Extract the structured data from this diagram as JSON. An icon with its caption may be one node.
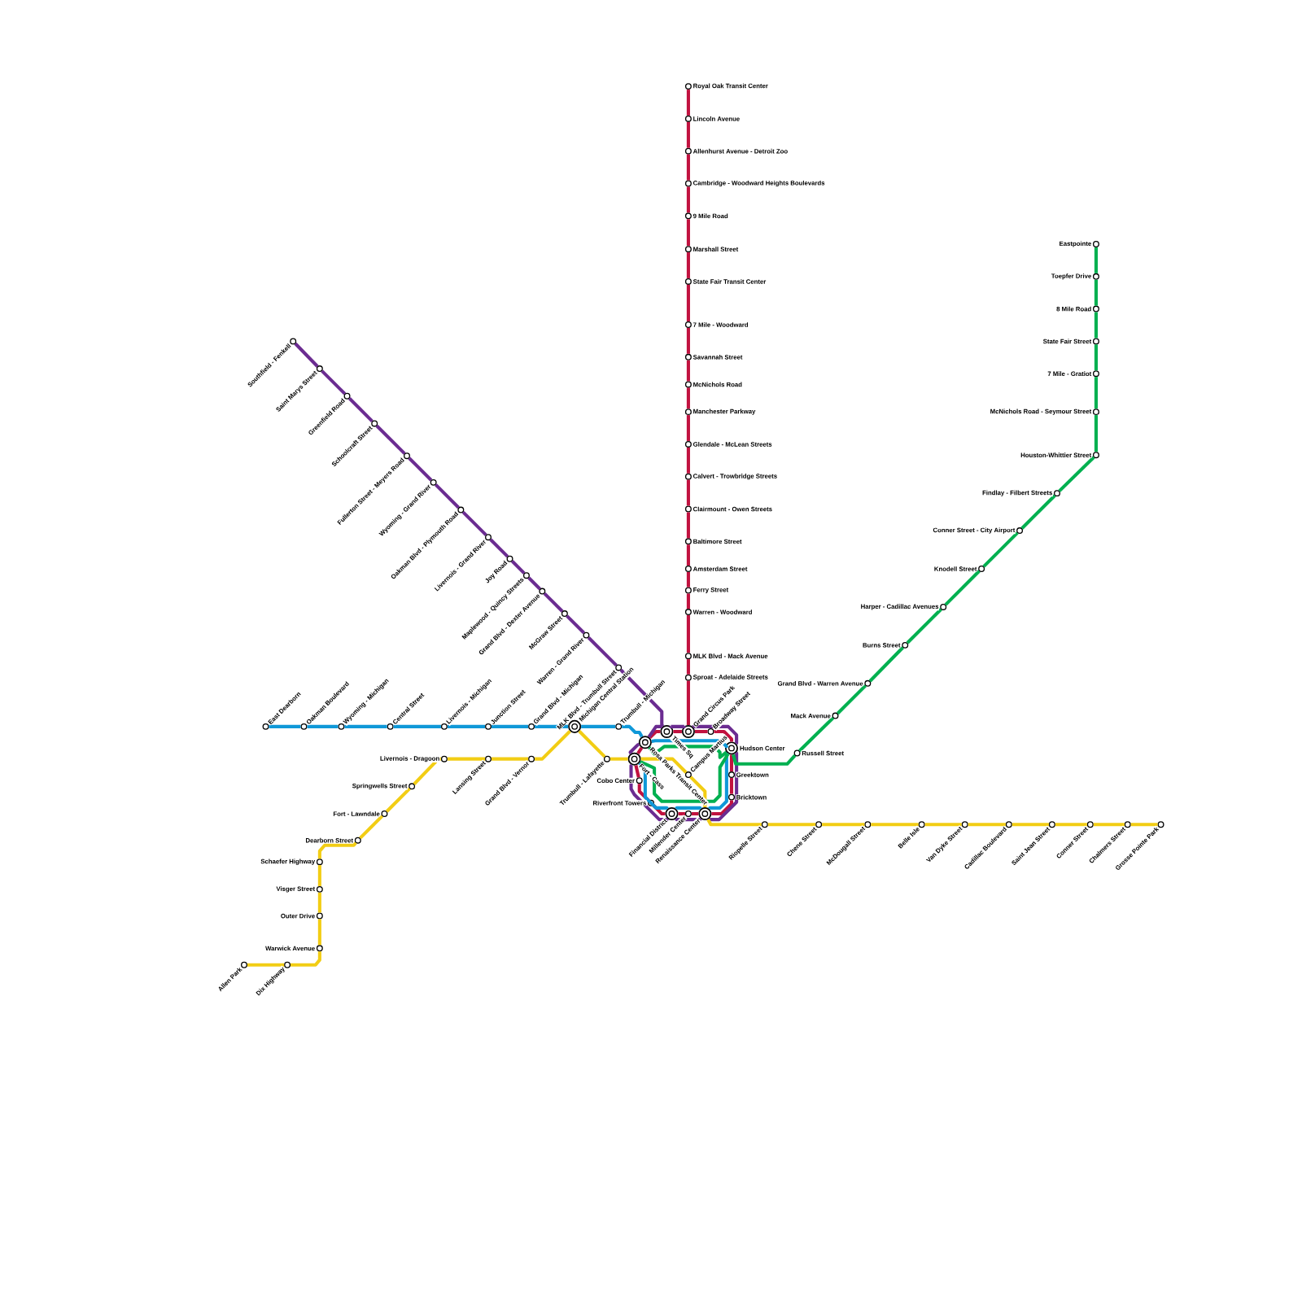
{
  "diagram": {
    "nodes": [
      {
        "text": [
          "Royal Oak Transit Center"
        ]
      },
      {
        "text": [
          "Lincoln Avenue"
        ]
      },
      {
        "text": [
          "Allenhurst Avenue - Detroit Zoo"
        ]
      },
      {
        "text": [
          "Cambridge - Woodward Heights Boulevards"
        ]
      },
      {
        "text": [
          "9 Mile Road"
        ]
      },
      {
        "text": [
          "Marshall Street"
        ]
      },
      {
        "text": [
          "State Fair Transit Center"
        ]
      },
      {
        "text": [
          "7 Mile - Woodward"
        ]
      },
      {
        "text": [
          "Savannah Street"
        ]
      },
      {
        "text": [
          "McNichols Road"
        ]
      },
      {
        "text": [
          "Manchester Parkway"
        ]
      },
      {
        "text": [
          "Glendale - McLean Streets"
        ]
      },
      {
        "text": [
          "Calvert - Trowbridge Streets"
        ]
      },
      {
        "text": [
          "Clairmount - Owen Streets"
        ]
      },
      {
        "text": [
          "Baltimore Street"
        ]
      },
      {
        "text": [
          "Amsterdam Street"
        ]
      },
      {
        "text": [
          "Ferry Street"
        ]
      },
      {
        "text": [
          "Warren - Woodward"
        ]
      },
      {
        "text": [
          "MLK Blvd - Mack Avenue"
        ]
      },
      {
        "text": [
          "Sproat - Adelaide Streets"
        ]
      },
      {
        "text": [
          "Grand Circus Park"
        ]
      },
      {
        "text": [
          "Broadway Street"
        ]
      },
      {
        "text": [
          "Times Sq"
        ]
      },
      {
        "text": [
          "Rosa Parks Transit Center"
        ]
      },
      {
        "text": [
          "Hudson Center"
        ]
      },
      {
        "text": [
          "Fort - Cass"
        ]
      },
      {
        "text": [
          "Campus Martius"
        ]
      },
      {
        "text": [
          "Cobo Center"
        ]
      },
      {
        "text": [
          "Greektown"
        ]
      },
      {
        "text": [
          "Bricktown"
        ]
      },
      {
        "text": [
          "Riverfront Towers"
        ]
      },
      {
        "text": [
          "Financial District"
        ]
      },
      {
        "text": [
          "Millender Center"
        ]
      },
      {
        "text": [
          "Renaissance Center"
        ]
      },
      {
        "text": [
          "Southfield - Fenkell"
        ]
      },
      {
        "text": [
          "Saint Marys Street"
        ]
      },
      {
        "text": [
          "Greenfield Road"
        ]
      },
      {
        "text": [
          "Schoolcraft Street"
        ]
      },
      {
        "text": [
          "Fullerton Street - Meyers Road"
        ]
      },
      {
        "text": [
          "Wyoming - Grand River"
        ]
      },
      {
        "text": [
          "Oakman Blvd - Plymouth Road"
        ]
      },
      {
        "text": [
          "Livernois - Grand River"
        ]
      },
      {
        "text": [
          "Joy Road"
        ]
      },
      {
        "text": [
          "Maplewood - Quincy Streets"
        ]
      },
      {
        "text": [
          "Grand Blvd - Dexter Avenue"
        ]
      },
      {
        "text": [
          "McGraw Street"
        ]
      },
      {
        "text": [
          "Warren - Grand River"
        ]
      },
      {
        "text": [
          "MLK Blvd - Trumbull Street"
        ]
      },
      {
        "text": [
          "East Dearborn"
        ]
      },
      {
        "text": [
          "Oakman Boulevard"
        ]
      },
      {
        "text": [
          "Wyoming - Michigan"
        ]
      },
      {
        "text": [
          "Central Street"
        ]
      },
      {
        "text": [
          "Livernois - Michigan"
        ]
      },
      {
        "text": [
          "Junction Street"
        ]
      },
      {
        "text": [
          "Grand Blvd - Michigan"
        ]
      },
      {
        "text": [
          "Michigan Central Station"
        ]
      },
      {
        "text": [
          "Trumbull - Michigan"
        ]
      },
      {
        "text": [
          "Allen Park"
        ]
      },
      {
        "text": [
          "Dix Highway"
        ]
      },
      {
        "text": [
          "Warwick Avenue"
        ]
      },
      {
        "text": [
          "Outer Drive"
        ]
      },
      {
        "text": [
          "Visger Street"
        ]
      },
      {
        "text": [
          "Schaefer Highway"
        ]
      },
      {
        "text": [
          "Dearborn Street"
        ]
      },
      {
        "text": [
          "Fort - Lawndale"
        ]
      },
      {
        "text": [
          "Springwells Street"
        ]
      },
      {
        "text": [
          "Livernois - Dragoon"
        ]
      },
      {
        "text": [
          "Lansing Street"
        ]
      },
      {
        "text": [
          "Grand Blvd - Vernor"
        ]
      },
      {
        "text": [
          "Trumbull - Lafayette"
        ]
      },
      {
        "text": [
          "Riopelle Street"
        ]
      },
      {
        "text": [
          "Chene Street"
        ]
      },
      {
        "text": [
          "McDougall Street"
        ]
      },
      {
        "text": [
          "Belle Isle"
        ]
      },
      {
        "text": [
          "Van Dyke Street"
        ]
      },
      {
        "text": [
          "Cadillac Boulevard"
        ]
      },
      {
        "text": [
          "Saint Jean Street"
        ]
      },
      {
        "text": [
          "Conner Street"
        ]
      },
      {
        "text": [
          "Chalmers Street"
        ]
      },
      {
        "text": [
          "Grosse Pointe Park"
        ]
      },
      {
        "text": [
          "Eastpointe"
        ]
      },
      {
        "text": [
          "Toepfer Drive"
        ]
      },
      {
        "text": [
          "8 Mile Road"
        ]
      },
      {
        "text": [
          "State Fair Street"
        ]
      },
      {
        "text": [
          "7 Mile - Gratiot"
        ]
      },
      {
        "text": [
          "McNichols Road - Seymour Street"
        ]
      },
      {
        "text": [
          "Houston-Whittier Street"
        ]
      },
      {
        "text": [
          "Findlay - Filbert Streets"
        ]
      },
      {
        "text": [
          "Conner Street - City Airport"
        ]
      },
      {
        "text": [
          "Knodell Street"
        ]
      },
      {
        "text": [
          "Harper - Cadillac Avenues"
        ]
      },
      {
        "text": [
          "Burns Street"
        ]
      },
      {
        "text": [
          "Grand Blvd - Warren Avenue"
        ]
      },
      {
        "text": [
          "Mack Avenue"
        ]
      },
      {
        "text": [
          "Russell Street"
        ]
      }
    ],
    "edges": [
      {
        "from": 0,
        "to": 1,
        "arrow": "none",
        "color": "#c1123f"
      },
      {
        "from": 1,
        "to": 2,
        "arrow": "none",
        "color": "#c1123f"
      },
      {
        "from": 2,
        "to": 3,
        "arrow": "none",
        "color": "#c1123f"
      },
      {
        "from": 3,
        "to": 4,
        "arrow": "none",
        "color": "#c1123f"
      },
      {
        "from": 4,
        "to": 5,
        "arrow": "none",
        "color": "#c1123f"
      },
      {
        "from": 5,
        "to": 6,
        "arrow": "none",
        "color": "#c1123f"
      },
      {
        "from": 6,
        "to": 7,
        "arrow": "none",
        "color": "#c1123f"
      },
      {
        "from": 7,
        "to": 8,
        "arrow": "none",
        "color": "#c1123f"
      },
      {
        "from": 8,
        "to": 9,
        "arrow": "none",
        "color": "#c1123f"
      },
      {
        "from": 9,
        "to": 10,
        "arrow": "none",
        "color": "#c1123f"
      },
      {
        "from": 10,
        "to": 11,
        "arrow": "none",
        "color": "#c1123f"
      },
      {
        "from": 11,
        "to": 12,
        "arrow": "none",
        "color": "#c1123f"
      },
      {
        "from": 12,
        "to": 13,
        "arrow": "none",
        "color": "#c1123f"
      },
      {
        "from": 13,
        "to": 14,
        "arrow": "none",
        "color": "#c1123f"
      },
      {
        "from": 14,
        "to": 15,
        "arrow": "none",
        "color": "#c1123f"
      },
      {
        "from": 15,
        "to": 16,
        "arrow": "none",
        "color": "#c1123f"
      },
      {
        "from": 16,
        "to": 17,
        "arrow": "none",
        "color": "#c1123f"
      },
      {
        "from": 17,
        "to": 18,
        "arrow": "none",
        "color": "#c1123f"
      },
      {
        "from": 18,
        "to": 19,
        "arrow": "none",
        "color": "#c1123f"
      },
      {
        "from": 19,
        "to": 20,
        "arrow": "none",
        "color": "#c1123f"
      },
      {
        "from": 20,
        "to": 21,
        "arrow": "none",
        "color": "#c1123f"
      },
      {
        "from": 21,
        "to": 24,
        "arrow": "none",
        "color": "#c1123f"
      },
      {
        "from": 24,
        "to": 28,
        "arrow": "none",
        "color": "#c1123f"
      },
      {
        "from": 28,
        "to": 29,
        "arrow": "none",
        "color": "#c1123f"
      },
      {
        "from": 29,
        "to": 33,
        "arrow": "none",
        "color": "#c1123f"
      },
      {
        "from": 33,
        "to": 32,
        "arrow": "none",
        "color": "#c1123f"
      },
      {
        "from": 32,
        "to": 31,
        "arrow": "none",
        "color": "#c1123f"
      },
      {
        "from": 31,
        "to": 30,
        "arrow": "none",
        "color": "#c1123f"
      },
      {
        "from": 30,
        "to": 27,
        "arrow": "none",
        "color": "#c1123f"
      },
      {
        "from": 27,
        "to": 25,
        "arrow": "none",
        "color": "#c1123f"
      },
      {
        "from": 25,
        "to": 23,
        "arrow": "none",
        "color": "#c1123f"
      },
      {
        "from": 23,
        "to": 22,
        "arrow": "none",
        "color": "#c1123f"
      },
      {
        "from": 22,
        "to": 20,
        "arrow": "none",
        "color": "#c1123f"
      },
      {
        "from": 34,
        "to": 35,
        "arrow": "none",
        "color": "#6b2c91"
      },
      {
        "from": 35,
        "to": 36,
        "arrow": "none",
        "color": "#6b2c91"
      },
      {
        "from": 36,
        "to": 37,
        "arrow": "none",
        "color": "#6b2c91"
      },
      {
        "from": 37,
        "to": 38,
        "arrow": "none",
        "color": "#6b2c91"
      },
      {
        "from": 38,
        "to": 39,
        "arrow": "none",
        "color": "#6b2c91"
      },
      {
        "from": 39,
        "to": 40,
        "arrow": "none",
        "color": "#6b2c91"
      },
      {
        "from": 40,
        "to": 41,
        "arrow": "none",
        "color": "#6b2c91"
      },
      {
        "from": 41,
        "to": 42,
        "arrow": "none",
        "color": "#6b2c91"
      },
      {
        "from": 42,
        "to": 43,
        "arrow": "none",
        "color": "#6b2c91"
      },
      {
        "from": 43,
        "to": 44,
        "arrow": "none",
        "color": "#6b2c91"
      },
      {
        "from": 44,
        "to": 45,
        "arrow": "none",
        "color": "#6b2c91"
      },
      {
        "from": 45,
        "to": 46,
        "arrow": "none",
        "color": "#6b2c91"
      },
      {
        "from": 46,
        "to": 47,
        "arrow": "none",
        "color": "#6b2c91"
      },
      {
        "from": 47,
        "to": 22,
        "arrow": "none",
        "color": "#6b2c91"
      },
      {
        "from": 22,
        "to": 20,
        "arrow": "none",
        "color": "#6b2c91"
      },
      {
        "from": 20,
        "to": 24,
        "arrow": "none",
        "color": "#6b2c91"
      },
      {
        "from": 24,
        "to": 33,
        "arrow": "none",
        "color": "#6b2c91"
      },
      {
        "from": 33,
        "to": 31,
        "arrow": "none",
        "color": "#6b2c91"
      },
      {
        "from": 31,
        "to": 25,
        "arrow": "none",
        "color": "#6b2c91"
      },
      {
        "from": 25,
        "to": 23,
        "arrow": "none",
        "color": "#6b2c91"
      },
      {
        "from": 23,
        "to": 22,
        "arrow": "none",
        "color": "#6b2c91"
      },
      {
        "from": 48,
        "to": 49,
        "arrow": "none",
        "color": "#0f98d8"
      },
      {
        "from": 49,
        "to": 50,
        "arrow": "none",
        "color": "#0f98d8"
      },
      {
        "from": 50,
        "to": 51,
        "arrow": "none",
        "color": "#0f98d8"
      },
      {
        "from": 51,
        "to": 52,
        "arrow": "none",
        "color": "#0f98d8"
      },
      {
        "from": 52,
        "to": 53,
        "arrow": "none",
        "color": "#0f98d8"
      },
      {
        "from": 53,
        "to": 54,
        "arrow": "none",
        "color": "#0f98d8"
      },
      {
        "from": 54,
        "to": 55,
        "arrow": "none",
        "color": "#0f98d8"
      },
      {
        "from": 55,
        "to": 56,
        "arrow": "none",
        "color": "#0f98d8"
      },
      {
        "from": 56,
        "to": 23,
        "arrow": "none",
        "color": "#0f98d8"
      },
      {
        "from": 23,
        "to": 24,
        "arrow": "none",
        "color": "#0f98d8"
      },
      {
        "from": 24,
        "to": 33,
        "arrow": "none",
        "color": "#0f98d8"
      },
      {
        "from": 33,
        "to": 31,
        "arrow": "none",
        "color": "#0f98d8"
      },
      {
        "from": 31,
        "to": 25,
        "arrow": "none",
        "color": "#0f98d8"
      },
      {
        "from": 57,
        "to": 58,
        "arrow": "none",
        "color": "#f2cd14"
      },
      {
        "from": 58,
        "to": 59,
        "arrow": "none",
        "color": "#f2cd14"
      },
      {
        "from": 59,
        "to": 60,
        "arrow": "none",
        "color": "#f2cd14"
      },
      {
        "from": 60,
        "to": 61,
        "arrow": "none",
        "color": "#f2cd14"
      },
      {
        "from": 61,
        "to": 62,
        "arrow": "none",
        "color": "#f2cd14"
      },
      {
        "from": 62,
        "to": 63,
        "arrow": "none",
        "color": "#f2cd14"
      },
      {
        "from": 63,
        "to": 64,
        "arrow": "none",
        "color": "#f2cd14"
      },
      {
        "from": 64,
        "to": 65,
        "arrow": "none",
        "color": "#f2cd14"
      },
      {
        "from": 65,
        "to": 66,
        "arrow": "none",
        "color": "#f2cd14"
      },
      {
        "from": 66,
        "to": 67,
        "arrow": "none",
        "color": "#f2cd14"
      },
      {
        "from": 67,
        "to": 68,
        "arrow": "none",
        "color": "#f2cd14"
      },
      {
        "from": 68,
        "to": 55,
        "arrow": "none",
        "color": "#f2cd14"
      },
      {
        "from": 55,
        "to": 69,
        "arrow": "none",
        "color": "#f2cd14"
      },
      {
        "from": 69,
        "to": 25,
        "arrow": "none",
        "color": "#f2cd14"
      },
      {
        "from": 25,
        "to": 26,
        "arrow": "none",
        "color": "#f2cd14"
      },
      {
        "from": 26,
        "to": 33,
        "arrow": "none",
        "color": "#f2cd14"
      },
      {
        "from": 33,
        "to": 70,
        "arrow": "none",
        "color": "#f2cd14"
      },
      {
        "from": 70,
        "to": 71,
        "arrow": "none",
        "color": "#f2cd14"
      },
      {
        "from": 71,
        "to": 72,
        "arrow": "none",
        "color": "#f2cd14"
      },
      {
        "from": 72,
        "to": 73,
        "arrow": "none",
        "color": "#f2cd14"
      },
      {
        "from": 73,
        "to": 74,
        "arrow": "none",
        "color": "#f2cd14"
      },
      {
        "from": 74,
        "to": 75,
        "arrow": "none",
        "color": "#f2cd14"
      },
      {
        "from": 75,
        "to": 76,
        "arrow": "none",
        "color": "#f2cd14"
      },
      {
        "from": 76,
        "to": 77,
        "arrow": "none",
        "color": "#f2cd14"
      },
      {
        "from": 77,
        "to": 78,
        "arrow": "none",
        "color": "#f2cd14"
      },
      {
        "from": 78,
        "to": 79,
        "arrow": "none",
        "color": "#f2cd14"
      },
      {
        "from": 80,
        "to": 81,
        "arrow": "none",
        "color": "#00b050"
      },
      {
        "from": 81,
        "to": 82,
        "arrow": "none",
        "color": "#00b050"
      },
      {
        "from": 82,
        "to": 83,
        "arrow": "none",
        "color": "#00b050"
      },
      {
        "from": 83,
        "to": 84,
        "arrow": "none",
        "color": "#00b050"
      },
      {
        "from": 84,
        "to": 85,
        "arrow": "none",
        "color": "#00b050"
      },
      {
        "from": 85,
        "to": 86,
        "arrow": "none",
        "color": "#00b050"
      },
      {
        "from": 86,
        "to": 87,
        "arrow": "none",
        "color": "#00b050"
      },
      {
        "from": 87,
        "to": 88,
        "arrow": "none",
        "color": "#00b050"
      },
      {
        "from": 88,
        "to": 89,
        "arrow": "none",
        "color": "#00b050"
      },
      {
        "from": 89,
        "to": 90,
        "arrow": "none",
        "color": "#00b050"
      },
      {
        "from": 90,
        "to": 91,
        "arrow": "none",
        "color": "#00b050"
      },
      {
        "from": 91,
        "to": 92,
        "arrow": "none",
        "color": "#00b050"
      },
      {
        "from": 92,
        "to": 93,
        "arrow": "none",
        "color": "#00b050"
      },
      {
        "from": 93,
        "to": 94,
        "arrow": "none",
        "color": "#00b050"
      },
      {
        "from": 94,
        "to": 24,
        "arrow": "none",
        "color": "#00b050"
      },
      {
        "from": 24,
        "to": 23,
        "arrow": "none",
        "color": "#00b050"
      },
      {
        "from": 24,
        "to": 25,
        "arrow": "none",
        "color": "#00b050"
      }
    ]
  }
}
